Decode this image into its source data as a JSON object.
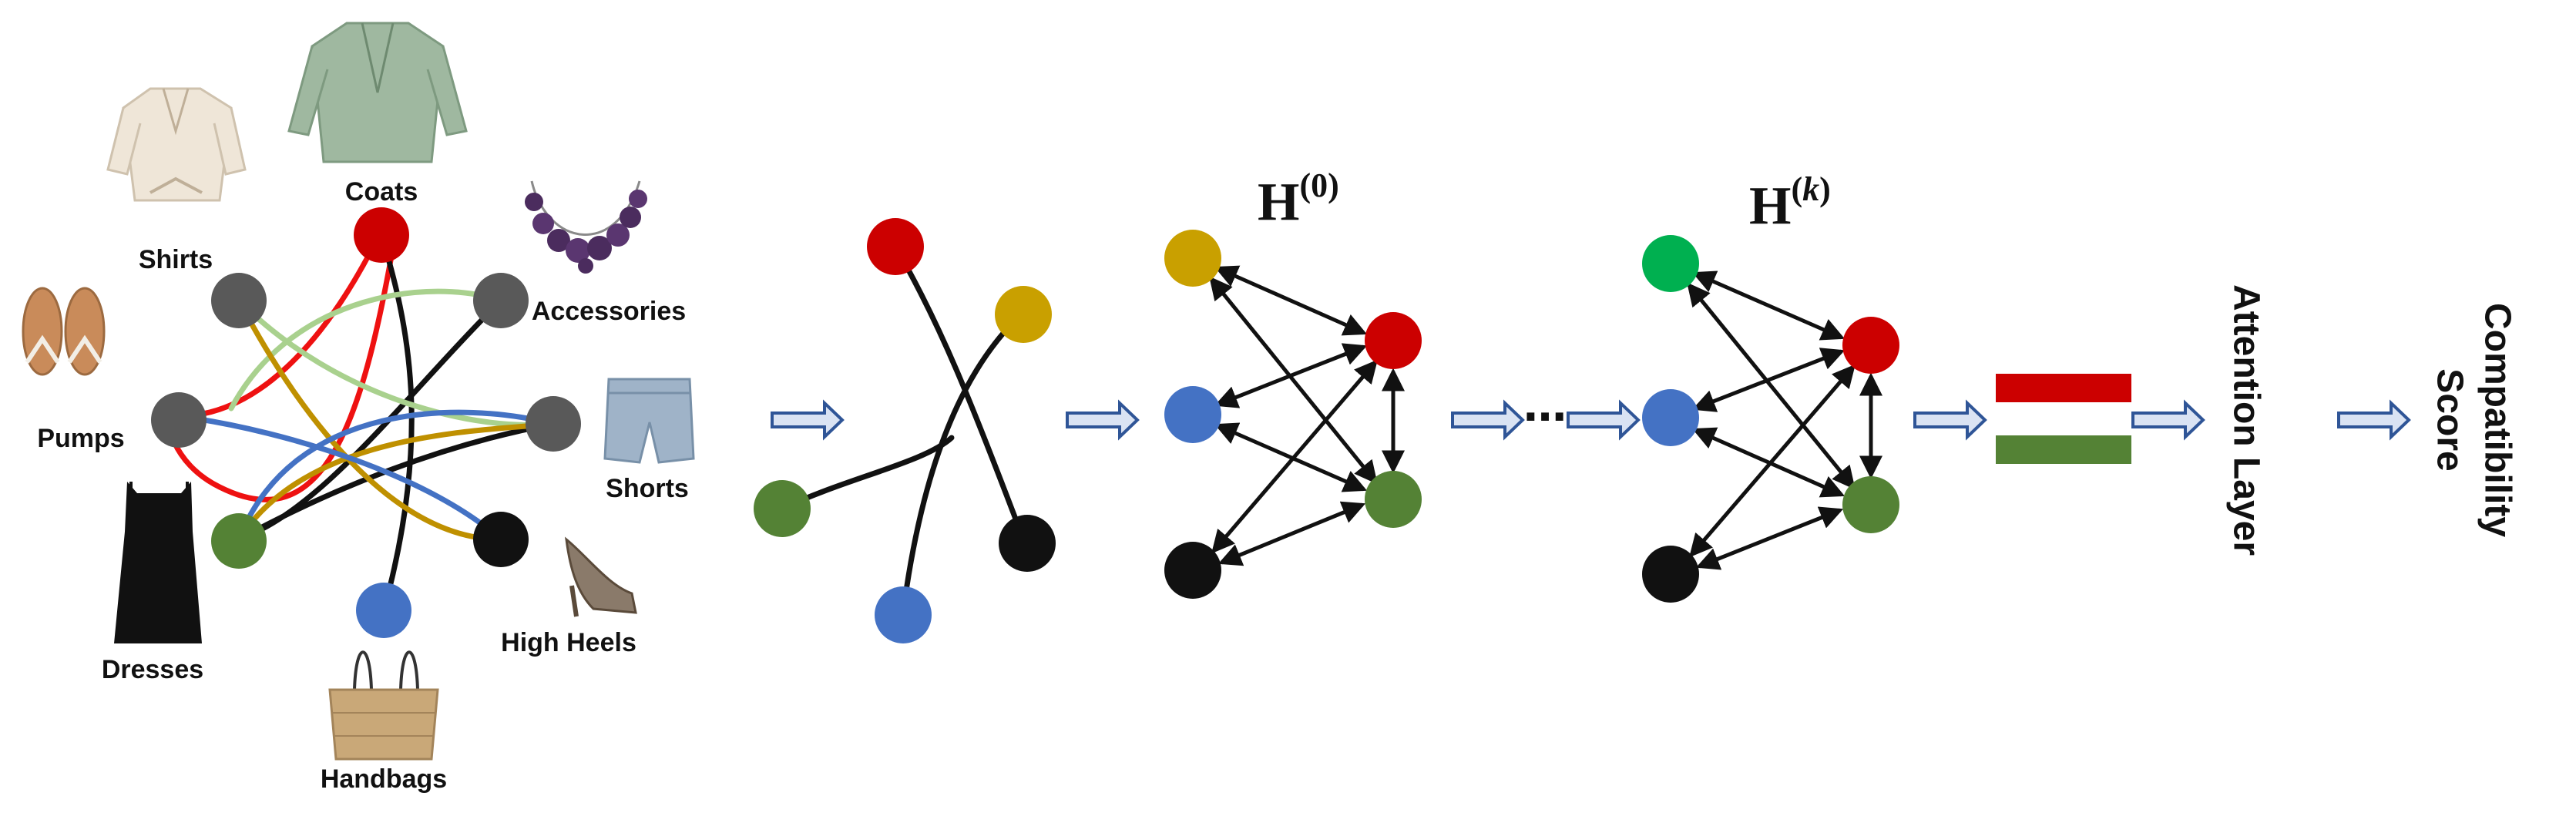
{
  "colors": {
    "red": "#CC0000",
    "gold": "#C9A000",
    "blue": "#4472C4",
    "green": "#548235",
    "bright_green": "#00B050",
    "gray": "#595959",
    "black": "#111111",
    "edge_lightgreen": "#A9D18E",
    "edge_gold": "#BF9000",
    "edge_blue": "#4472C4",
    "arrow_fill": "#DAE3F3",
    "arrow_stroke": "#2F5597"
  },
  "categories": {
    "coats": "Coats",
    "shirts": "Shirts",
    "accessories": "Accessories",
    "pumps": "Pumps",
    "shorts": "Shorts",
    "dresses": "Dresses",
    "high_heels": "High Heels",
    "handbags": "Handbags"
  },
  "icons": {
    "coat": "coat-icon",
    "shirt": "shirt-icon",
    "necklace": "necklace-icon",
    "sandals": "sandals-icon",
    "shorts": "shorts-icon",
    "dress": "dress-icon",
    "high_heel": "high-heel-icon",
    "handbag": "handbag-icon"
  },
  "h0": {
    "main": "H",
    "sup": "(0)"
  },
  "hk": {
    "main": "H",
    "sup_open": "(",
    "sup_var": "k",
    "sup_close": ")"
  },
  "ellipsis": "⋯",
  "attention_layer": "Attention Layer",
  "compatibility_score": {
    "line1": "Compatibility",
    "line2": "Score"
  }
}
